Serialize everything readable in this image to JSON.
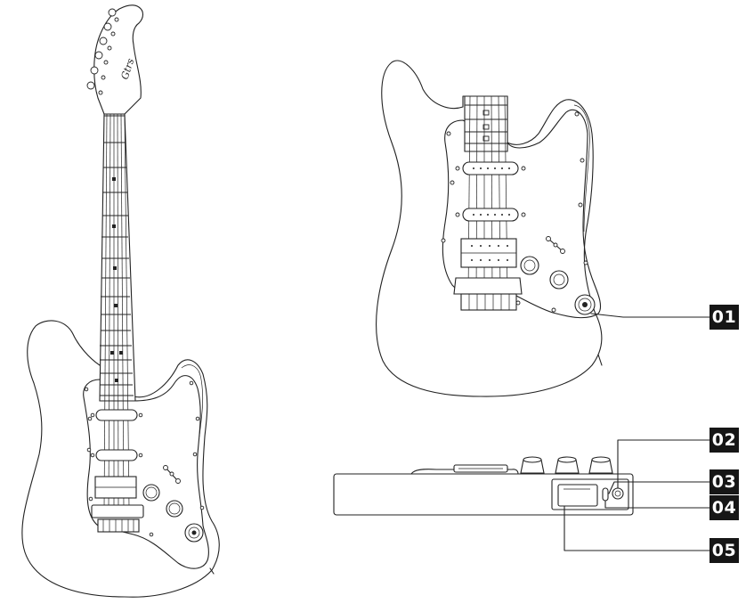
{
  "diagram": {
    "brand_logo": "Gtrs",
    "callouts": [
      {
        "id": "01",
        "label": "01"
      },
      {
        "id": "02",
        "label": "02"
      },
      {
        "id": "03",
        "label": "03"
      },
      {
        "id": "04",
        "label": "04"
      },
      {
        "id": "05",
        "label": "05"
      }
    ]
  }
}
